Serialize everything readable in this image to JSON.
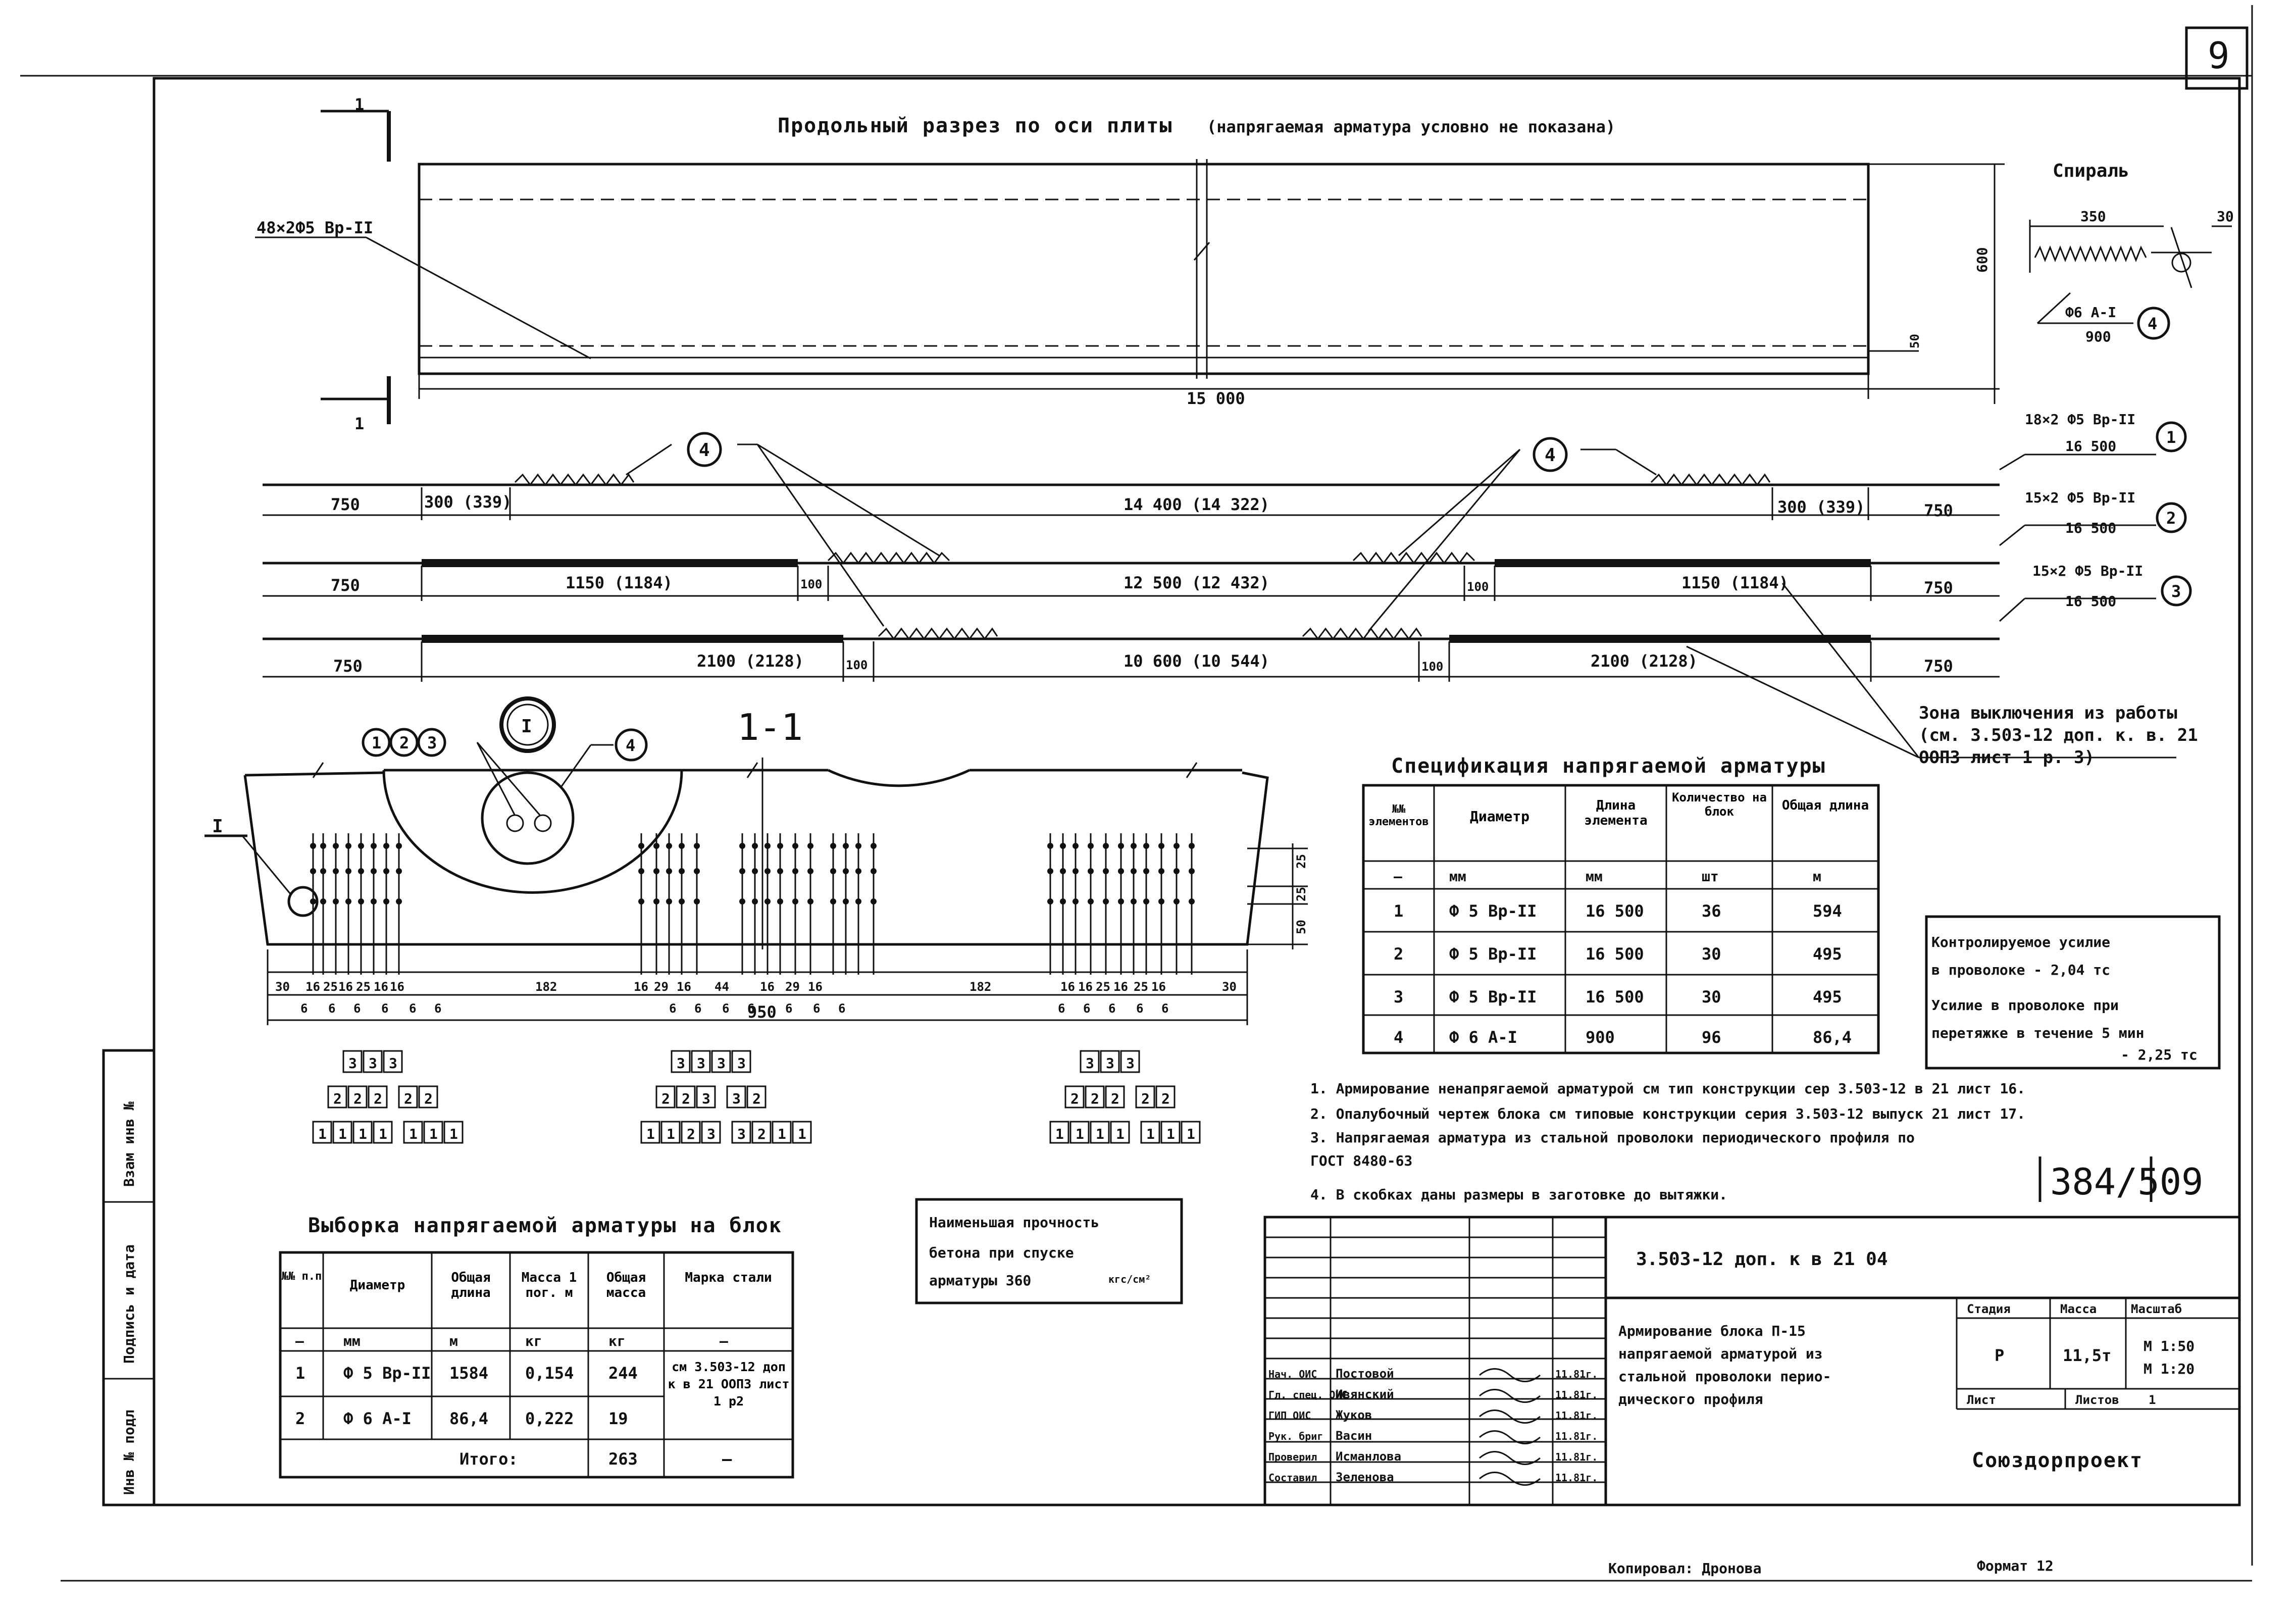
{
  "sheet": {
    "number": "9",
    "doc_code": "384/50",
    "doc_page": "9",
    "copied_by": "Копировал: Дронова",
    "format": "Формат 12"
  },
  "section": {
    "title": "Продольный разрез по оси плиты",
    "title_note": "(напрягаемая арматура условно не показана)",
    "cut_mark": "1",
    "wire_callout": "48×2Ф5 Вр-II",
    "length": "15 000",
    "height": "600",
    "bottom": "50"
  },
  "spiral": {
    "title": "Спираль",
    "dim_350": "350",
    "dim_30": "30",
    "rebar": "Ф6 А-I",
    "length": "900",
    "mark": "4"
  },
  "strands": [
    {
      "label": "18×2 Ф5 Вр-II",
      "length": "16 500",
      "mark": "1",
      "dims": [
        "750",
        "300 (339)",
        "14 400 (14 322)",
        "300 (339)",
        "750"
      ]
    },
    {
      "label": "15×2 Ф5 Вр-II",
      "length": "16 500",
      "mark": "2",
      "dims": [
        "750",
        "1150 (1184)",
        "100",
        "12 500 (12 432)",
        "100",
        "1150 (1184)",
        "750"
      ]
    },
    {
      "label": "15×2 Ф5 Вр-II",
      "length": "16 500",
      "mark": "3",
      "dims": [
        "750",
        "2100 (2128)",
        "100",
        "10 600 (10 544)",
        "100",
        "2100 (2128)",
        "750"
      ]
    }
  ],
  "spiral_marks": [
    "4",
    "4"
  ],
  "exclusion_zone": "Зона выключения из работы (см. 3.503-12 доп. к. в. 21 ООПЗ лист 1 р. 3)",
  "cross_section": {
    "title": "1-1",
    "detail": "I",
    "marks": [
      "1",
      "2",
      "3"
    ],
    "spiral_mark": "4",
    "side_dims": [
      "25",
      "25",
      "50"
    ],
    "top_dims": [
      "30",
      "16",
      "25",
      "16",
      "25",
      "16",
      "16",
      "182",
      "16",
      "29",
      "16",
      "44",
      "16",
      "29",
      "16",
      "182",
      "16",
      "16",
      "25",
      "16",
      "25",
      "16",
      "30"
    ],
    "sub_dims": [
      "6",
      "6",
      "6",
      "6",
      "6",
      "6",
      "6",
      "6",
      "6",
      "6",
      "6",
      "6",
      "6",
      "6",
      "6",
      "6",
      "6",
      "6"
    ],
    "width": "950"
  },
  "layout_boxes": [
    [
      "3",
      "3",
      "3",
      "2",
      "2",
      "2",
      "2",
      "2",
      "1",
      "1",
      "1",
      "1",
      "1",
      "1",
      "1"
    ],
    [
      "3",
      "3",
      "3",
      "3",
      "2",
      "2",
      "3",
      "3",
      "2",
      "1",
      "1",
      "2",
      "3",
      "3",
      "2",
      "1",
      "1"
    ],
    [
      "3",
      "3",
      "3",
      "2",
      "2",
      "2",
      "2",
      "2",
      "1",
      "1",
      "1",
      "1",
      "1",
      "1",
      "1"
    ]
  ],
  "spec_table": {
    "title": "Спецификация напрягаемой арматуры",
    "headers": [
      "№№ элементов",
      "Диаметр",
      "Длина элемента",
      "Количество на блок",
      "Общая длина"
    ],
    "units": [
      "—",
      "мм",
      "мм",
      "шт",
      "м"
    ],
    "rows": [
      [
        "1",
        "Ф 5 Вр-II",
        "16 500",
        "36",
        "594"
      ],
      [
        "2",
        "Ф 5 Вр-II",
        "16 500",
        "30",
        "495"
      ],
      [
        "3",
        "Ф 5 Вр-II",
        "16 500",
        "30",
        "495"
      ],
      [
        "4",
        "Ф 6 А-I",
        "900",
        "96",
        "86,4"
      ]
    ]
  },
  "force_box": {
    "line1": "Контролируемое усилие",
    "line2": "в проволоке - 2,04 тс",
    "line3": "Усилие в проволоке при",
    "line4": "перетяжке в течение 5 мин",
    "line5": "- 2,25 тс"
  },
  "notes": [
    "1. Армирование ненапрягаемой арматурой см тип конструкции сер 3.503-12 в 21 лист 16.",
    "2. Опалубочный чертеж блока см типовые конструкции серия 3.503-12 выпуск 21 лист 17.",
    "3. Напрягаемая арматура из стальной проволоки периодического профиля по ГОСТ 8480-63",
    "4. В скобках даны размеры в заготовке до вытяжки."
  ],
  "sample_table": {
    "title": "Выборка напрягаемой арматуры на блок",
    "headers": [
      "№№ п.п",
      "Диаметр",
      "Общая длина",
      "Масса 1 пог. м",
      "Общая масса",
      "Марка стали"
    ],
    "units": [
      "—",
      "мм",
      "м",
      "кг",
      "кг",
      "—"
    ],
    "rows": [
      [
        "1",
        "Ф 5 Вр-II",
        "1584",
        "0,154",
        "244",
        "см 3.503-12 доп к в 21 ООПЗ лист 1 р2"
      ],
      [
        "2",
        "Ф 6 А-I",
        "86,4",
        "0,222",
        "19",
        ""
      ]
    ],
    "total_label": "Итого:",
    "total_value": "263",
    "total_mark": "—"
  },
  "strength_box": {
    "line1": "Наименьшая прочность",
    "line2": "бетона при спуске",
    "line3": "арматуры 360",
    "unit": "кгс/см²"
  },
  "title_block": {
    "code": "3.503-12  доп. к  в 21  04",
    "desc": [
      "Армирование блока П-15",
      "напрягаемой арматурой из",
      "стальной проволоки перио-",
      "дического профиля"
    ],
    "stage_hdr": "Стадия",
    "mass_hdr": "Масса",
    "scale_hdr": "Масштаб",
    "stage": "Р",
    "mass": "11,5т",
    "scale1": "М 1:50",
    "scale2": "М 1:20",
    "sheet_lbl": "Лист",
    "sheets_lbl": "Листов",
    "sheets_val": "1",
    "org": "Союздорпроект",
    "staff": [
      {
        "role": "Нач. ОИС",
        "name": "Постовой",
        "date": "11.81г."
      },
      {
        "role": "Гл. спец. ОИС",
        "name": "Ивянский",
        "date": "11.81г."
      },
      {
        "role": "ГИП ОИС",
        "name": "Жуков",
        "date": "11.81г."
      },
      {
        "role": "Рук. бриг",
        "name": "Васин",
        "date": "11.81г."
      },
      {
        "role": "Проверил",
        "name": "Исманлова",
        "date": "11.81г."
      },
      {
        "role": "Составил",
        "name": "Зеленова",
        "date": "11.81г."
      }
    ]
  },
  "left_stamp": [
    "Инв № подл",
    "Подпись и дата",
    "Взам инв №"
  ]
}
